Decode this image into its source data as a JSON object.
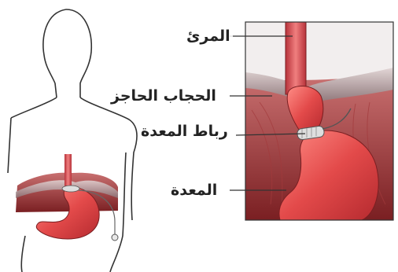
{
  "labels": {
    "esophagus": "المرئ",
    "diaphragm": "الحجاب الحاجز",
    "gastric_band": "رباط المعدة",
    "stomach": "المعدة"
  },
  "colors": {
    "stomach": "#e04a4a",
    "esophagus": "#d9414a",
    "chest_cavity": "#8e2c2c",
    "diaphragm": "#b9a7a9",
    "band": "#dedede",
    "outline": "#333333"
  }
}
